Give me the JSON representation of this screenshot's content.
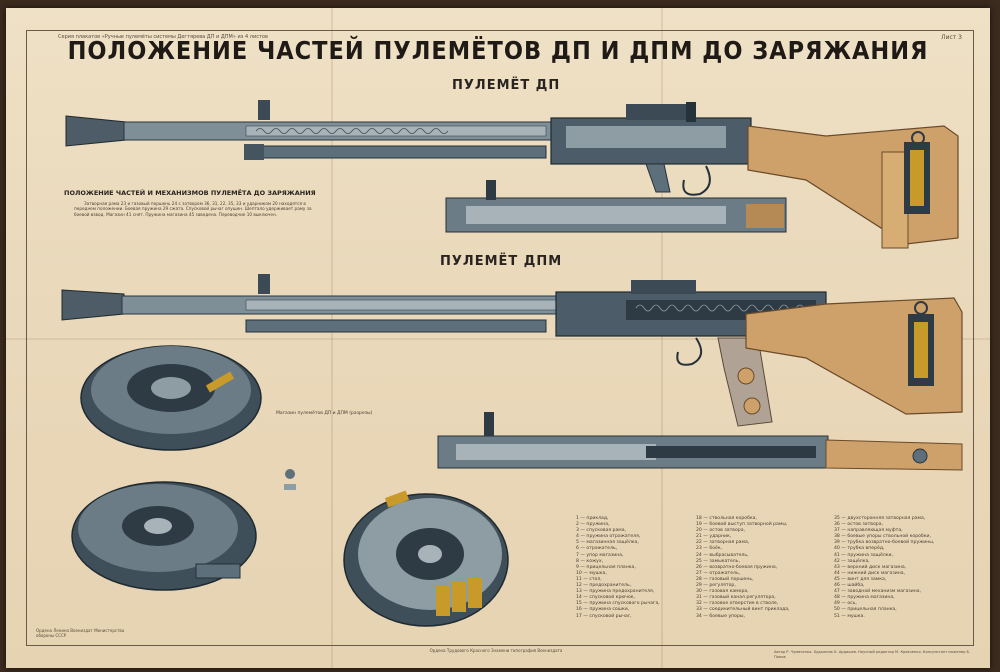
{
  "poster": {
    "title": "ПОЛОЖЕНИЕ ЧАСТЕЙ ПУЛЕМЁТОВ ДП И ДПМ ДО ЗАРЯЖАНИЯ",
    "header_small": "Серия плакатов «Ручные пулемёты системы Дегтярева ДП и ДПМ» из 4 листов",
    "sheet_label": "Лист 3",
    "subtitle_dp": "ПУЛЕМЁТ ДП",
    "subtitle_dpm": "ПУЛЕМЁТ ДПМ",
    "section_heading": "ПОЛОЖЕНИЕ ЧАСТЕЙ И МЕХАНИЗМОВ ПУЛЕМЁТА ДО ЗАРЯЖАНИЯ",
    "description": "Затворная рама 23 и газовый поршень 24 с затвором 36, 31, 22, 35, 33 и ударником 20 находятся в переднем положении. Боевая пружина 29 сжата. Спусковой рычаг опущен. Шептало удерживает раму за боевой взвод. Магазин 41 снят. Пружина магазина 45 заведена. Переводчик 10 выключен.",
    "drum_caption": "Магазин пулемётов ДП и ДПМ (разрезы)",
    "footer_left": "Ордена Ленина Воениздат Министерства обороны СССР",
    "footer_mid": "Ордена Трудового Красного Знамени типография Воениздата",
    "footer_right": "Автор Р. Чумаченко. Художник Б. Ардашев. Научный редактор М. Кравченко. Консультант инженер Б. Попов"
  },
  "legend_columns": [
    [
      "1 — приклад,",
      "2 — пружина,",
      "3 — спусковая рама,",
      "4 — пружина отражателя,",
      "5 — магазинная защёлка,",
      "6 — отражатель,",
      "7 — упор магазина,",
      "8 — кожух,",
      "9 — прицельная планка,",
      "10 — мушка,",
      "11 — стол,",
      "12 — предохранитель,",
      "13 — пружина предохранителя,",
      "14 — спусковой крючок,",
      "15 — пружина спускового рычага,",
      "16 — пружина сошки,",
      "17 — спусковой рычаг,"
    ],
    [
      "18 — ствольная коробка,",
      "19 — боевой выступ затворной рамы,",
      "20 — остов затвора,",
      "21 — ударник,",
      "22 — затворная рама,",
      "23 — боёк,",
      "24 — выбрасыватель,",
      "25 — замыкатель,",
      "26 — возвратно-боевая пружина,",
      "27 — отражатель,",
      "28 — газовый поршень,",
      "29 — регулятор,",
      "30 — газовая камора,",
      "31 — газовый канал регулятора,",
      "32 — газовое отверстие в стволе,",
      "33 — соединительный винт приклада,",
      "34 — боевые упоры,"
    ],
    [
      "35 — двухсторонняя затворная рама,",
      "36 — остов затвора,",
      "37 — направляющая муфта,",
      "38 — боевые упоры ствольной коробки,",
      "39 — трубка возвратно-боевой пружины,",
      "40 — трубка вперёд,",
      "41 — пружина защёлки,",
      "42 — защёлка,",
      "43 — верхний диск магазина,",
      "44 — нижний диск магазина,",
      "45 — винт для замка,",
      "46 — шайба,",
      "47 — заводной механизм магазина,",
      "48 — пружина магазина,",
      "49 — ось,",
      "50 — прицельная планка,",
      "51 — мушка."
    ]
  ],
  "colors": {
    "paper": "#ecdcbf",
    "metal": "#5d6f7a",
    "metal_dark": "#2f3b44",
    "wood": "#cfa16a",
    "spring": "#c89a2a",
    "ink": "#1f1a16"
  }
}
